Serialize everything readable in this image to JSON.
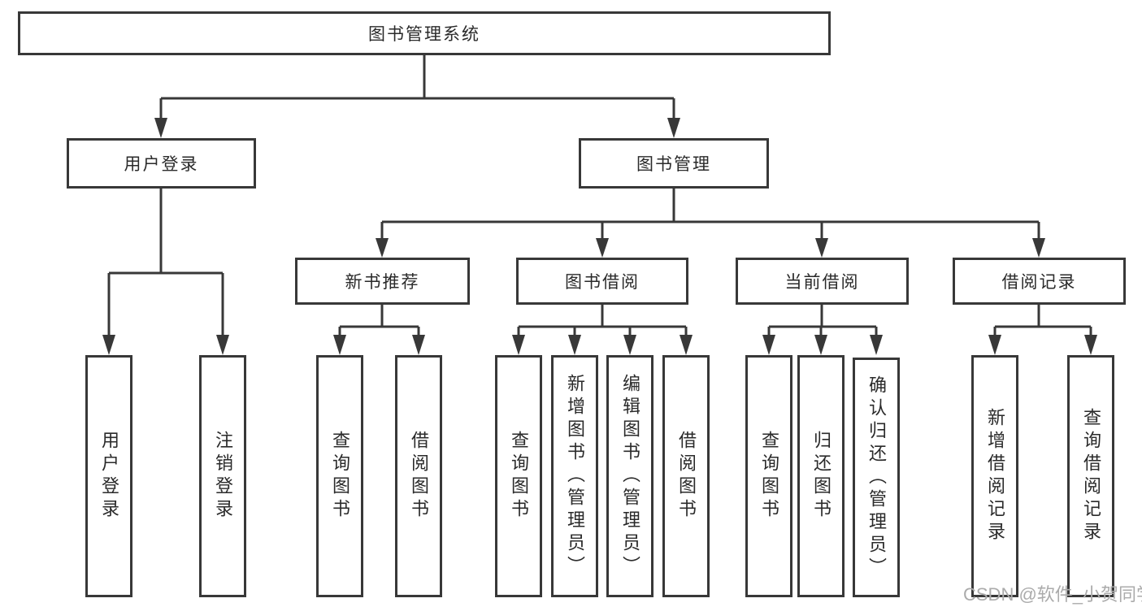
{
  "diagram": {
    "root": "图书管理系统",
    "level2": [
      {
        "label": "用户登录",
        "leaves": [
          "用户登录",
          "注销登录"
        ]
      },
      {
        "label": "图书管理",
        "children": [
          {
            "label": "新书推荐",
            "leaves": [
              "查询图书",
              "借阅图书"
            ]
          },
          {
            "label": "图书借阅",
            "leaves": [
              "查询图书",
              "新增图书（管理员）",
              "编辑图书（管理员）",
              "借阅图书"
            ]
          },
          {
            "label": "当前借阅",
            "leaves": [
              "查询图书",
              "归还图书",
              "确认归还（管理员）"
            ]
          },
          {
            "label": "借阅记录",
            "leaves": [
              "新增借阅记录",
              "查询借阅记录"
            ]
          }
        ]
      }
    ]
  },
  "watermark": "CSDN @软件_小贺同学",
  "colors": {
    "line": "#383838",
    "text": "#2a2a2a",
    "watermark": "#ababab",
    "background": "#ffffff"
  }
}
